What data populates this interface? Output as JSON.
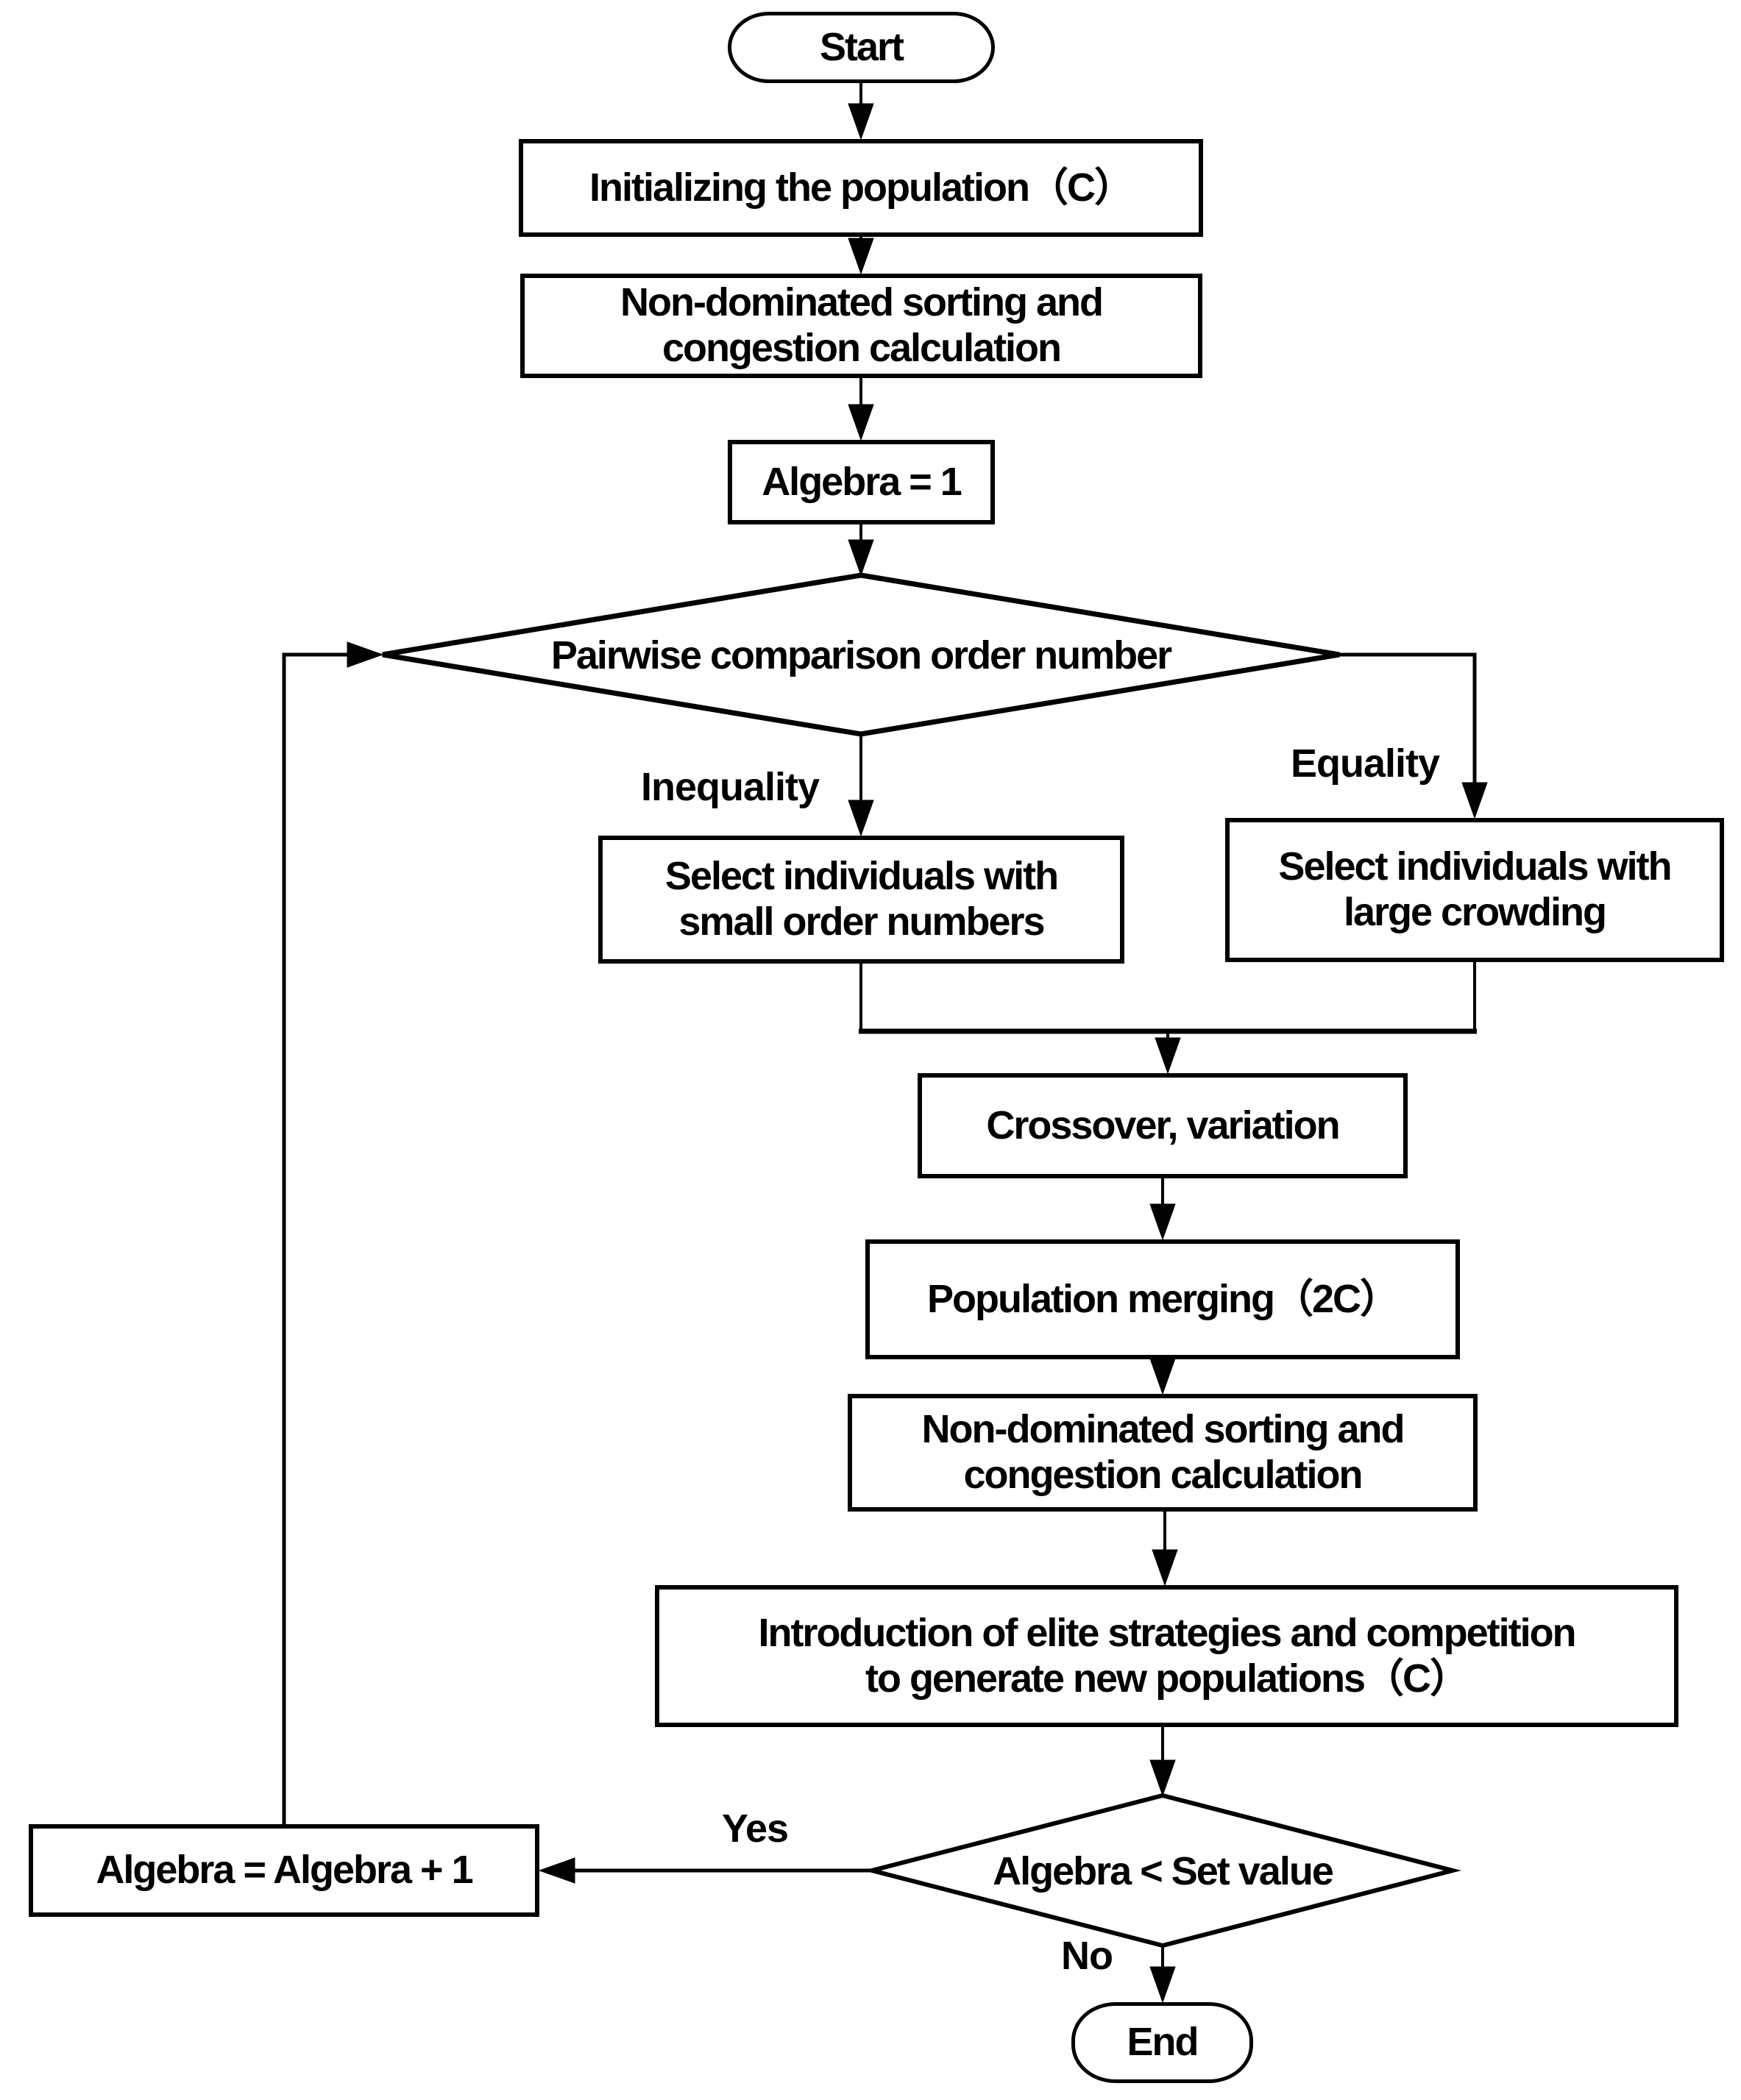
{
  "diagram": {
    "title": "NSGA-II style algorithm flowchart",
    "colors": {
      "stroke": "#000000",
      "text": "#000000",
      "background": "#ffffff"
    },
    "nodes": {
      "start": {
        "label": "Start",
        "type": "terminator"
      },
      "init": {
        "label": "Initializing the population（C）",
        "type": "process"
      },
      "nds1": {
        "label": "Non-dominated sorting and\ncongestion calculation",
        "type": "process"
      },
      "algebra1": {
        "label": "Algebra = 1",
        "type": "process"
      },
      "pairwise": {
        "label": "Pairwise comparison order number",
        "type": "decision"
      },
      "select_small": {
        "label": "Select individuals with\nsmall order numbers",
        "type": "process"
      },
      "select_large": {
        "label": "Select individuals with\nlarge crowding",
        "type": "process"
      },
      "crossover": {
        "label": "Crossover, variation",
        "type": "process"
      },
      "merge": {
        "label": "Population merging（2C）",
        "type": "process"
      },
      "nds2": {
        "label": "Non-dominated sorting and\ncongestion calculation",
        "type": "process"
      },
      "elite": {
        "label": "Introduction of elite strategies and competition\nto generate new populations（C）",
        "type": "process"
      },
      "condition": {
        "label": "Algebra < Set value",
        "type": "decision"
      },
      "increment": {
        "label": "Algebra = Algebra + 1",
        "type": "process"
      },
      "end": {
        "label": "End",
        "type": "terminator"
      }
    },
    "edge_labels": {
      "inequality": "Inequality",
      "equality": "Equality",
      "yes": "Yes",
      "no": "No"
    }
  }
}
